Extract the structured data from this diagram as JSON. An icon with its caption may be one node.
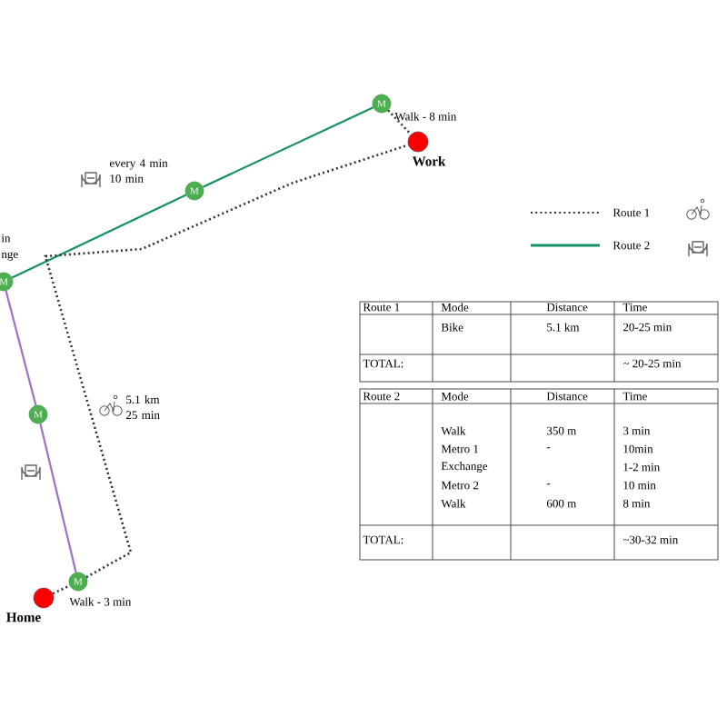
{
  "diagram": {
    "nodes": [
      {
        "text": [
          "M"
        ],
        "beside": [
          "Walk - 8 min"
        ]
      },
      {
        "text": [
          "Work"
        ]
      },
      {
        "text": [
          "M"
        ]
      },
      {
        "text": [
          "M"
        ]
      },
      {
        "text": [
          "M"
        ]
      },
      {
        "text": [
          "M"
        ],
        "beside": [
          "Walk - 3 min"
        ]
      },
      {
        "text": [
          "Home"
        ]
      }
    ],
    "edges": [
      {
        "from": 3,
        "to": 2,
        "arrow": "none",
        "color": "#17905f"
      },
      {
        "from": 2,
        "to": 0,
        "arrow": "none",
        "color": "#17905f"
      },
      {
        "from": 5,
        "to": 4,
        "arrow": "none",
        "color": "#9b72c4"
      },
      {
        "from": 4,
        "to": 3,
        "arrow": "none",
        "color": "#9b72c4"
      },
      {
        "from": 0,
        "to": 1,
        "arrow": "none",
        "style": "dashed"
      },
      {
        "from": 6,
        "to": 5,
        "arrow": "none",
        "style": "dashed"
      },
      {
        "from": 5,
        "to": 1,
        "arrow": "none",
        "style": "dashed"
      }
    ],
    "labels": [
      "in",
      "nge",
      "every 4 min 10 min",
      "5.1 km 25 min",
      "Route 1",
      "Mode",
      "Distance",
      "Time",
      "Bike",
      "5.1 km",
      "20-25 min",
      "TOTAL:",
      "~ 20-25 min",
      "Route 2",
      "Mode",
      "Distance",
      "Time",
      "Walk",
      "350 m",
      "3 min",
      "Metro 1",
      "-",
      "10min",
      "Exchange",
      "1-2 min",
      "Metro 2",
      "-",
      "10 min",
      "Walk",
      "600 m",
      "8 min",
      "TOTAL:",
      "~30-32 min"
    ],
    "legend": [
      {
        "text": "Route 1"
      },
      {
        "text": "Route 2"
      }
    ]
  }
}
